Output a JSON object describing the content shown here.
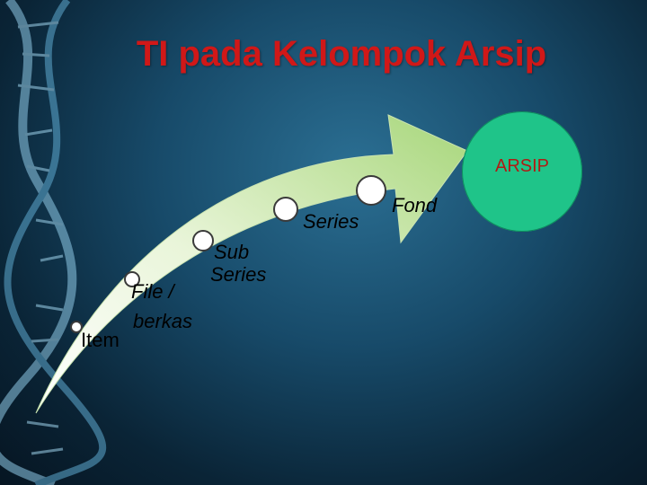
{
  "slide": {
    "title": "TI pada Kelompok Arsip",
    "target": {
      "label": "ARSIP",
      "color": "#1fc489"
    },
    "levels": [
      {
        "label": "Item"
      },
      {
        "label_line1": "File /",
        "label_line2": "berkas"
      },
      {
        "label_line1": "Sub",
        "label_line2": "Series"
      },
      {
        "label": "Series"
      },
      {
        "label": "Fond"
      }
    ]
  }
}
